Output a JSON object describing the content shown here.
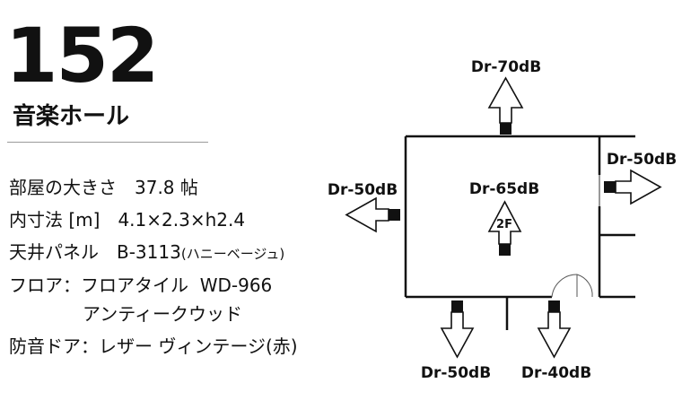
{
  "room": {
    "number": "152",
    "name": "音楽ホール"
  },
  "specs": {
    "area": "部屋の大きさ　37.8 帖",
    "dimensions": "内寸法 [m]　4.1×2.3×h2.4",
    "ceiling_main": "天井パネル　B-3113",
    "ceiling_note": "(ハニーベージュ)",
    "floor_line1": "フロア：フロアタイル  WD-966",
    "floor_line2": "アンティークウッド",
    "door": "防音ドア：レザー ヴィンテージ(赤)"
  },
  "diagram": {
    "floor_label": "2F",
    "labels": {
      "top": "Dr-70dB",
      "right": "Dr-50dB",
      "left": "Dr-50dB",
      "center": "Dr-65dB",
      "bottom_left": "Dr-50dB",
      "bottom_right": "Dr-40dB"
    }
  }
}
